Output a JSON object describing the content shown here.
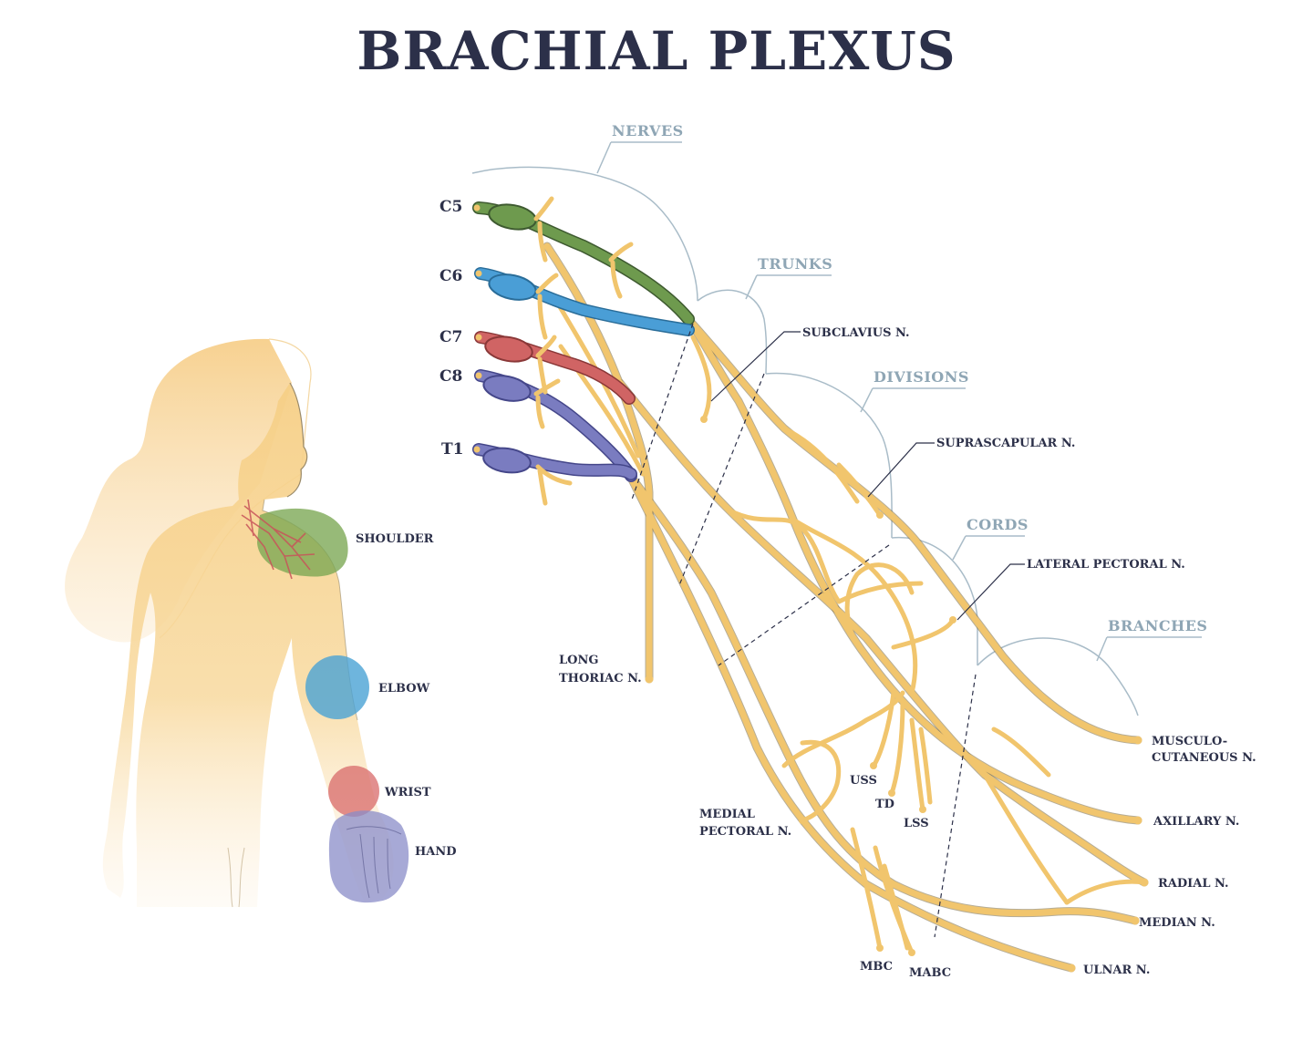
{
  "title": "BRACHIAL PLEXUS",
  "sections": {
    "nerves": "NERVES",
    "trunks": "TRUNKS",
    "divisions": "DIVISIONS",
    "cords": "CORDS",
    "branches": "BRANCHES"
  },
  "roots": {
    "c5": "C5",
    "c6": "C6",
    "c7": "C7",
    "c8": "C8",
    "t1": "T1"
  },
  "body_regions": {
    "shoulder": "SHOULDER",
    "elbow": "ELBOW",
    "wrist": "WRIST",
    "hand": "HAND"
  },
  "nerve_labels": {
    "subclavius": "SUBCLAVIUS N.",
    "suprascapular": "SUPRASCAPULAR N.",
    "lateral_pectoral": "LATERAL PECTORAL N.",
    "long_thoracic_1": "LONG",
    "long_thoracic_2": "THORIAC N.",
    "musculocutaneous_1": "MUSCULO-",
    "musculocutaneous_2": "CUTANEOUS N.",
    "axillary": "AXILLARY N.",
    "radial": "RADIAL N.",
    "median": "MEDIAN N.",
    "ulnar": "ULNAR N.",
    "medial_pectoral_1": "MEDIAL",
    "medial_pectoral_2": "PECTORAL N.",
    "uss": "USS",
    "td": "TD",
    "lss": "LSS",
    "mbc": "MBC",
    "mabc": "MABC"
  },
  "colors": {
    "c5": "#6e9a4e",
    "c6": "#4a9ed6",
    "c7": "#d06464",
    "c8": "#7a7cc0",
    "t1": "#7a7cc0",
    "nerve": "#f1c56d",
    "shoulder": "#7aa652",
    "elbow": "#4aa3d4",
    "wrist": "#d86a6a",
    "hand": "#8a8cc8",
    "text": "#2c3049",
    "section": "#8fa6b5"
  }
}
